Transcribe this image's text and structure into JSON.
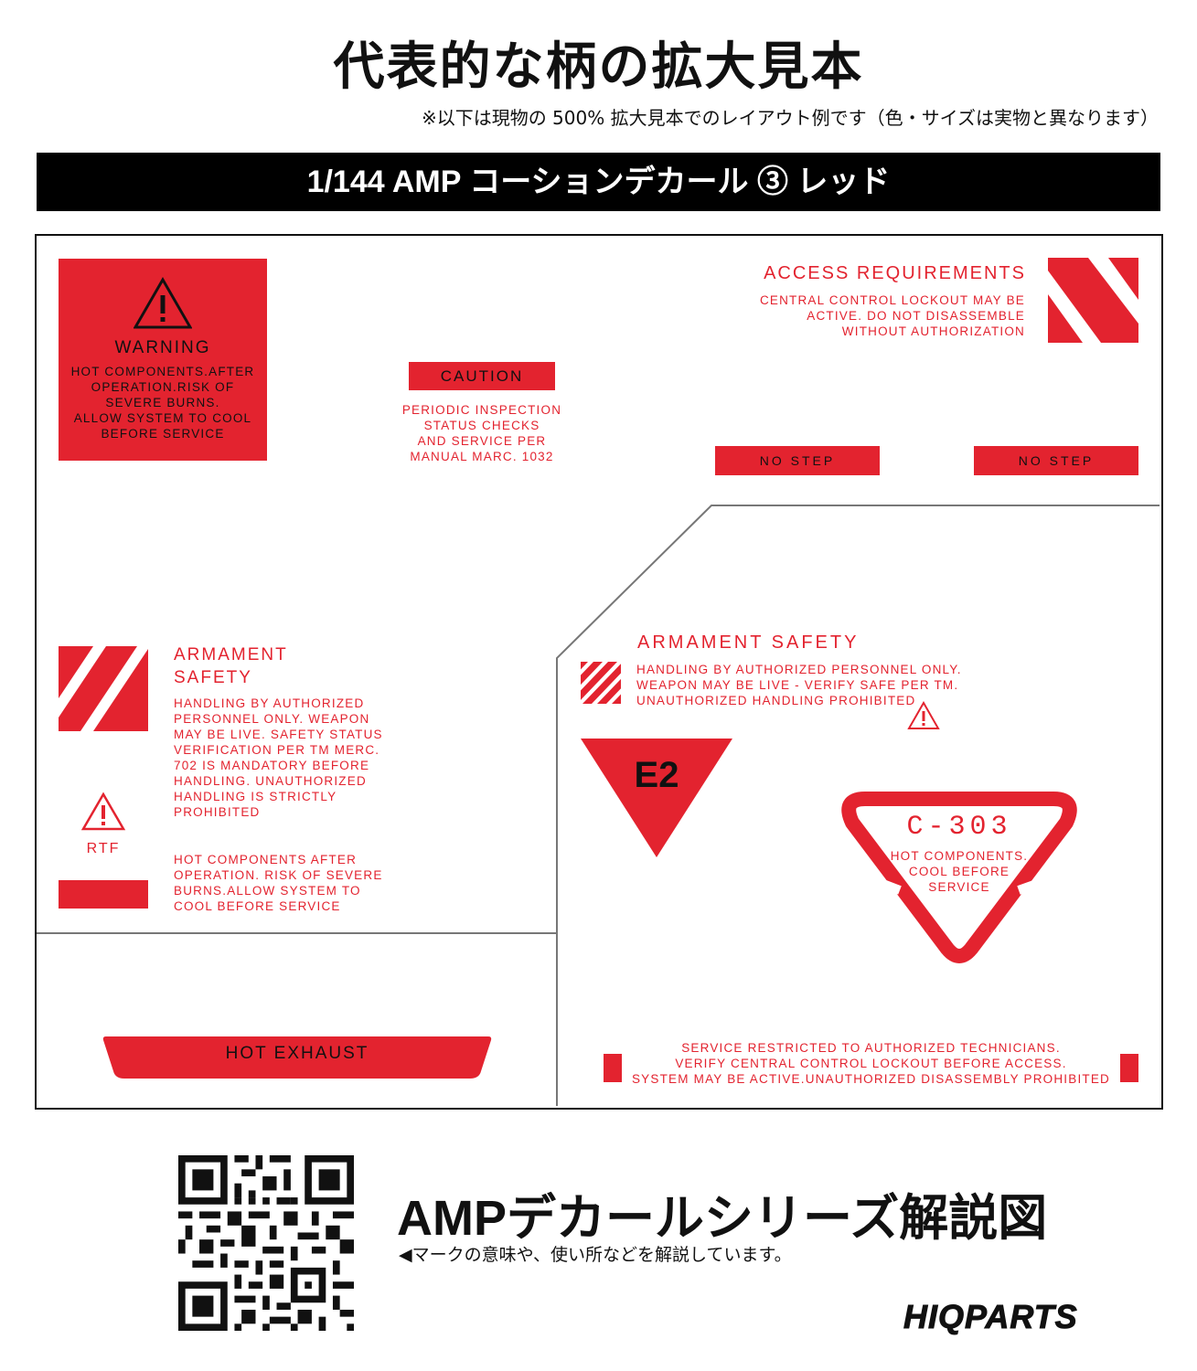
{
  "title": "代表的な柄の拡大見本",
  "subtitle": "※以下は現物の 500% 拡大見本でのレイアウト例です（色・サイズは実物と異なります）",
  "banner": "1/144 AMP コーションデカール ③ レッド",
  "accent_color": "#e3232f",
  "decals": {
    "warning": {
      "heading": "WARNING",
      "lines": [
        "HOT COMPONENTS.AFTER",
        "OPERATION.RISK OF",
        "SEVERE BURNS.",
        "ALLOW SYSTEM TO COOL",
        "BEFORE SERVICE"
      ]
    },
    "caution": {
      "heading": "CAUTION",
      "lines": [
        "PERIODIC INSPECTION",
        "STATUS CHECKS",
        "AND SERVICE PER",
        "MANUAL MARC. 1032"
      ]
    },
    "access": {
      "heading": "ACCESS REQUIREMENTS",
      "lines": [
        "CENTRAL CONTROL LOCKOUT MAY BE",
        "ACTIVE. DO NOT DISASSEMBLE",
        "WITHOUT AUTHORIZATION"
      ]
    },
    "no_step_1": "NO STEP",
    "no_step_2": "NO STEP",
    "armament_left": {
      "heading_1": "ARMAMENT",
      "heading_2": "SAFETY",
      "lines": [
        "HANDLING BY AUTHORIZED",
        "PERSONNEL ONLY. WEAPON",
        "MAY BE LIVE. SAFETY STATUS",
        "VERIFICATION PER TM MERC.",
        "702 IS MANDATORY BEFORE",
        "HANDLING. UNAUTHORIZED",
        "HANDLING IS STRICTLY",
        "PROHIBITED"
      ]
    },
    "rtf": "RTF",
    "hot_left": {
      "lines": [
        "HOT COMPONENTS AFTER",
        "OPERATION. RISK OF SEVERE",
        "BURNS.ALLOW SYSTEM TO",
        "COOL BEFORE SERVICE"
      ]
    },
    "armament_right": {
      "heading": "ARMAMENT SAFETY",
      "lines": [
        "HANDLING BY AUTHORIZED PERSONNEL ONLY.",
        "WEAPON MAY BE LIVE - VERIFY SAFE PER TM.",
        "UNAUTHORIZED HANDLING PROHIBITED"
      ]
    },
    "e2": "E2",
    "c303": {
      "heading": "C-303",
      "lines": [
        "HOT COMPONENTS.",
        "COOL BEFORE",
        "SERVICE"
      ]
    },
    "hot_exhaust": "HOT EXHAUST",
    "service": {
      "lines": [
        "SERVICE RESTRICTED TO AUTHORIZED TECHNICIANS.",
        "VERIFY CENTRAL CONTROL LOCKOUT BEFORE ACCESS.",
        "SYSTEM MAY BE ACTIVE.UNAUTHORIZED DISASSEMBLY PROHIBITED"
      ]
    }
  },
  "series": {
    "title": "AMPデカールシリーズ解説図",
    "description": "◀マークの意味や、使い所などを解説しています。"
  },
  "brand": "HIQPARTS"
}
